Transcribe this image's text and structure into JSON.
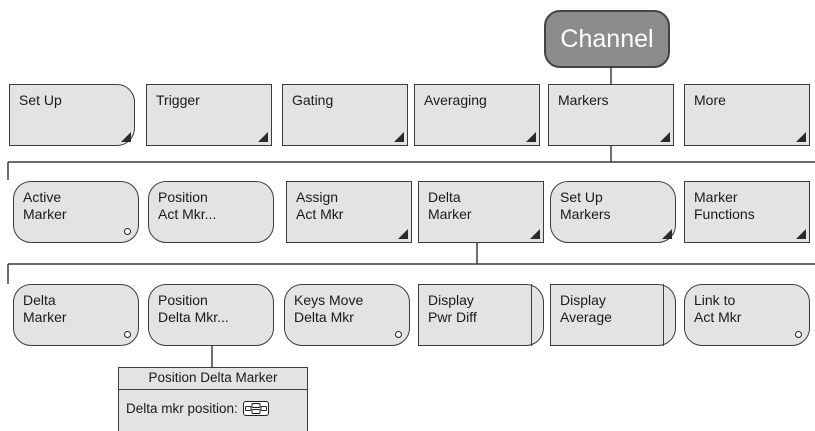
{
  "root": {
    "label": "Channel"
  },
  "row1": [
    {
      "id": "set-up",
      "label": "Set Up",
      "glyph": "corner"
    },
    {
      "id": "trigger",
      "label": "Trigger",
      "glyph": "corner"
    },
    {
      "id": "gating",
      "label": "Gating",
      "glyph": "corner"
    },
    {
      "id": "averaging",
      "label": "Averaging",
      "glyph": "corner"
    },
    {
      "id": "markers",
      "label": "Markers",
      "glyph": "corner"
    },
    {
      "id": "more",
      "label": "More",
      "glyph": "corner"
    }
  ],
  "row2": [
    {
      "id": "active-marker",
      "label": "Active\nMarker",
      "glyph": "circle"
    },
    {
      "id": "position-act-mkr",
      "label": "Position\nAct Mkr...",
      "glyph": "none"
    },
    {
      "id": "assign-act-mkr",
      "label": "Assign\nAct Mkr",
      "glyph": "corner"
    },
    {
      "id": "delta-marker",
      "label": "Delta\nMarker",
      "glyph": "corner"
    },
    {
      "id": "set-up-markers",
      "label": "Set Up\nMarkers",
      "glyph": "corner"
    },
    {
      "id": "marker-functions",
      "label": "Marker\nFunctions",
      "glyph": "corner"
    }
  ],
  "row3": [
    {
      "id": "delta-marker-toggle",
      "label": "Delta\nMarker",
      "glyph": "circle"
    },
    {
      "id": "position-delta-mkr",
      "label": "Position\nDelta Mkr...",
      "glyph": "none"
    },
    {
      "id": "keys-move-delta-mkr",
      "label": "Keys Move\nDelta Mkr",
      "glyph": "circle"
    },
    {
      "id": "display-pwr-diff",
      "label": "Display\nPwr Diff",
      "glyph": "bar"
    },
    {
      "id": "display-average",
      "label": "Display\nAverage",
      "glyph": "bar"
    },
    {
      "id": "link-to-act-mkr",
      "label": "Link to\nAct Mkr",
      "glyph": "circle"
    }
  ],
  "dialog": {
    "title": "Position Delta Marker",
    "field_label": "Delta mkr position:",
    "field_icon": "arrow-keypad-icon"
  },
  "colors": {
    "key_fill": "#e3e3e3",
    "root_fill": "#8c8c8c",
    "outline": "#3c3c3c"
  }
}
